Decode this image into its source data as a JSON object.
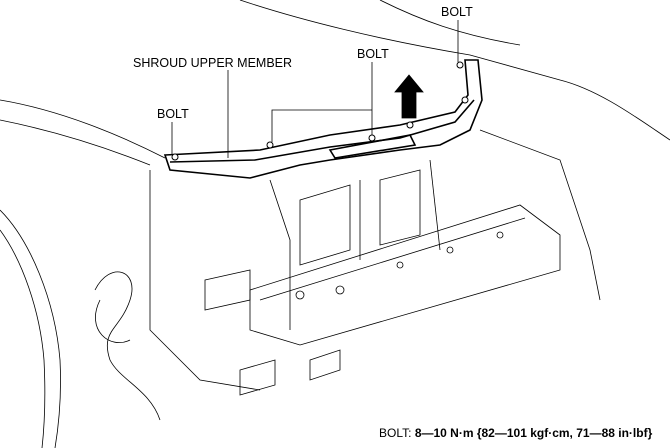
{
  "labels": {
    "bolt_top": "BOLT",
    "bolt_middle": "BOLT",
    "shroud_upper_member": "SHROUD UPPER MEMBER",
    "bolt_left": "BOLT"
  },
  "torque_spec": {
    "label": "BOLT:",
    "value": "8—10 N·m {82—101 kgf·cm, 71—88 in·lbf}"
  }
}
